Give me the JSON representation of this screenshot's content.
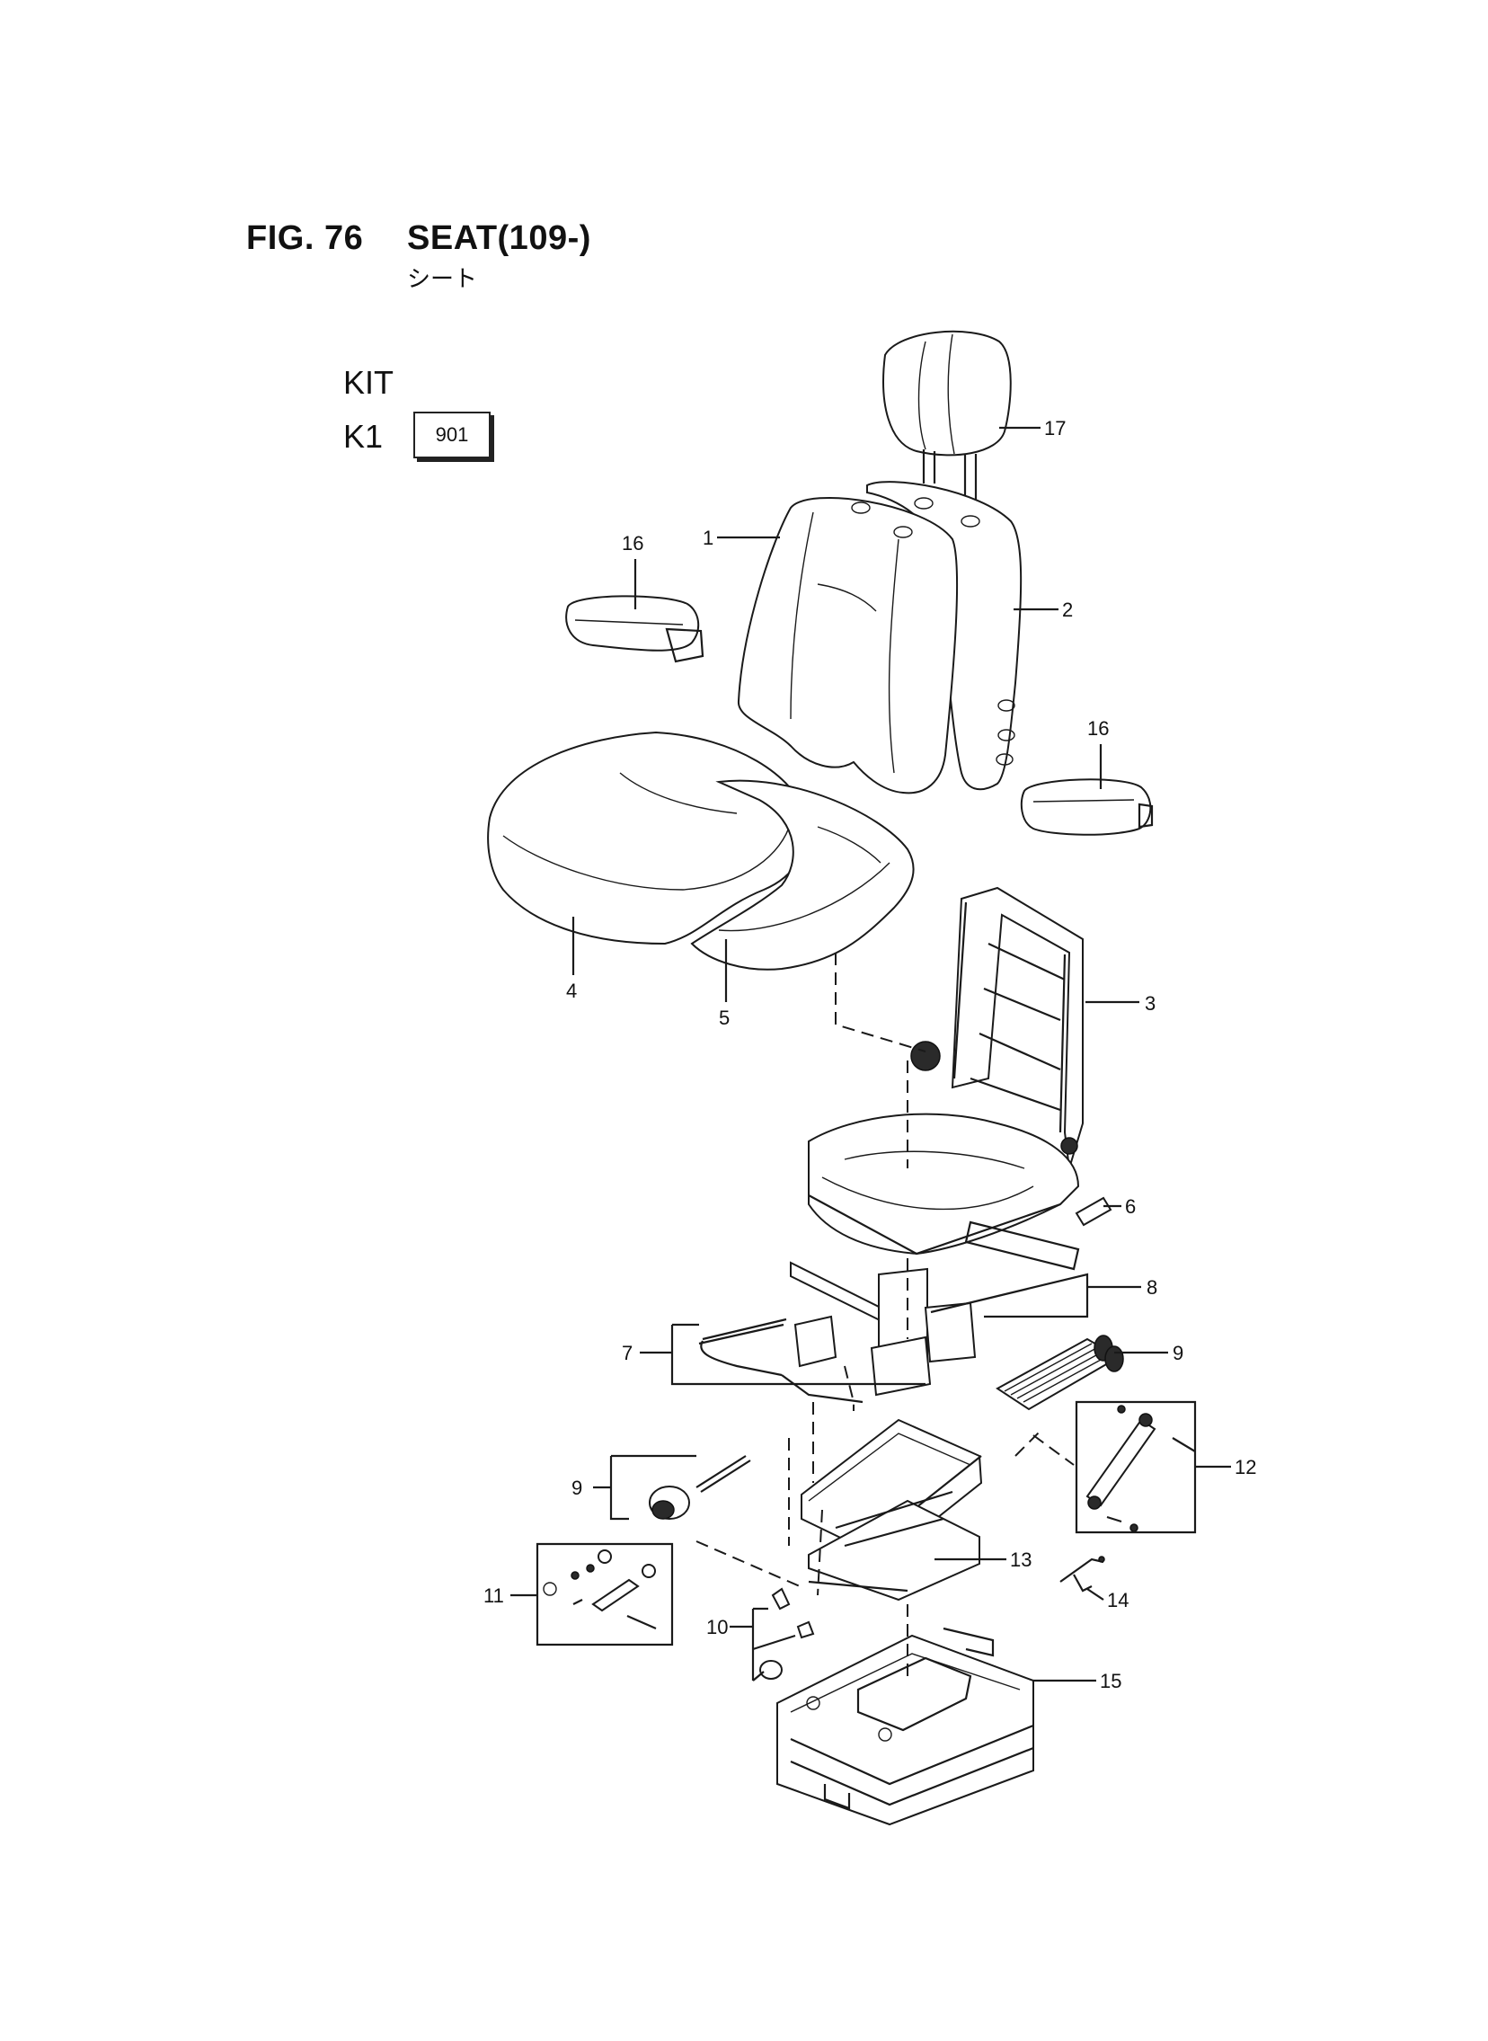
{
  "figure": {
    "number": "FIG. 76",
    "title": "SEAT(109-)",
    "subtitle": "シート"
  },
  "kit": {
    "heading": "KIT",
    "code": "K1",
    "box_value": "901"
  },
  "callouts": [
    "17",
    "1",
    "2",
    "16",
    "16",
    "4",
    "5",
    "3",
    "6",
    "8",
    "7",
    "9",
    "9",
    "12",
    "13",
    "14",
    "11",
    "10",
    "15"
  ]
}
